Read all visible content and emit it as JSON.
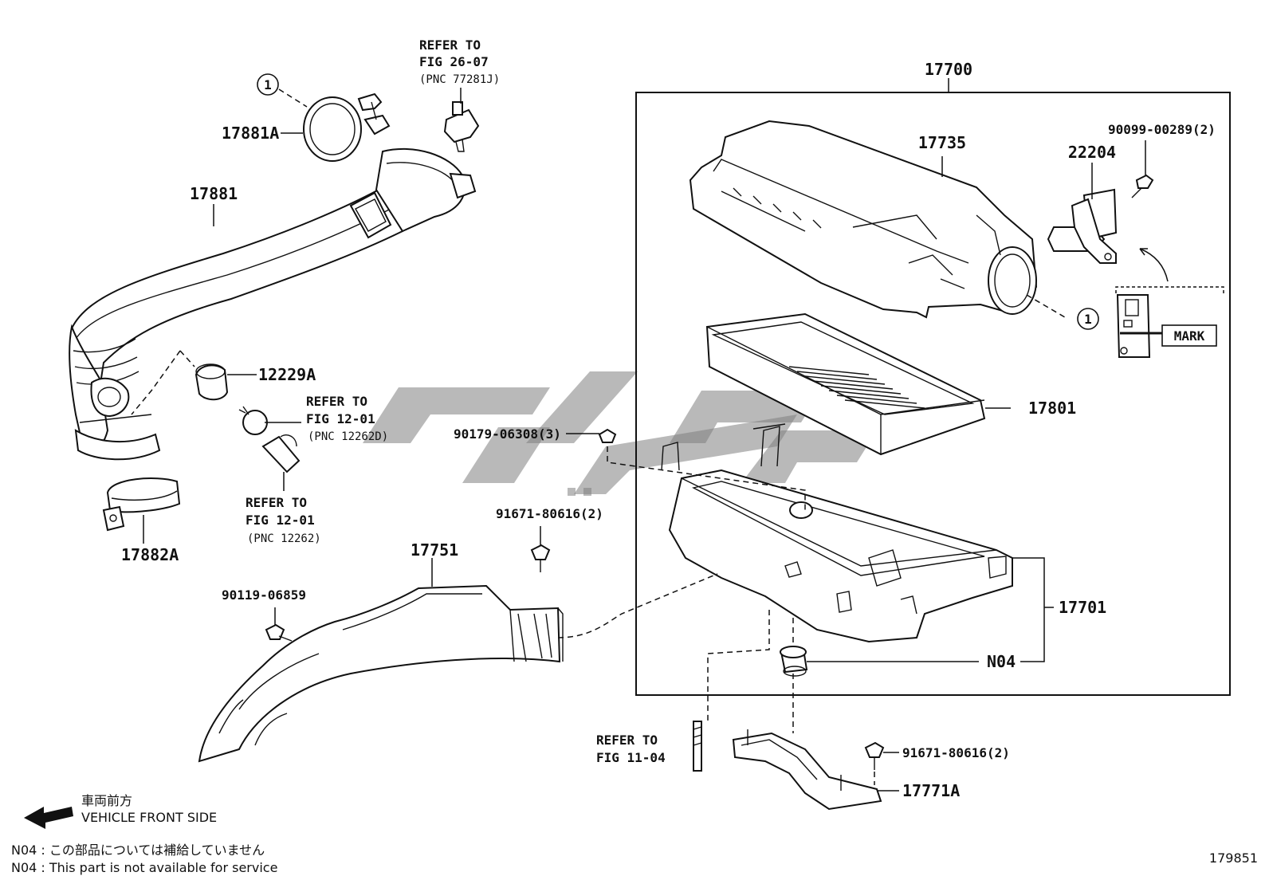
{
  "diagram": {
    "figure_number": "179851",
    "callouts": {
      "p17700": "17700",
      "p17735": "17735",
      "p22204": "22204",
      "p90099": "90099-00289(2)",
      "p17801": "17801",
      "p17701": "17701",
      "n04": "N04",
      "mark": "MARK",
      "p17881a": "17881A",
      "p17881": "17881",
      "p12229a": "12229A",
      "p17882a": "17882A",
      "p90179": "90179-06308(3)",
      "p91671_top": "91671-80616(2)",
      "p17751": "17751",
      "p90119": "90119-06859",
      "p91671_bottom": "91671-80616(2)",
      "p17771a": "17771A",
      "circle_ref_1": "1",
      "circle_ref_2": "1"
    },
    "references": {
      "ref1_line1": "REFER TO",
      "ref1_line2": "FIG 26-07",
      "ref1_line3": "(PNC 77281J)",
      "ref2_line1": "REFER TO",
      "ref2_line2": "FIG 12-01",
      "ref2_line3": "(PNC 12262D)",
      "ref3_line1": "REFER TO",
      "ref3_line2": "FIG 12-01",
      "ref3_line3": "(PNC 12262)",
      "ref4_line1": "REFER TO",
      "ref4_line2": "FIG 11-04"
    },
    "legend": {
      "front_jp": "車両前方",
      "front_en": "VEHICLE FRONT SIDE",
      "n04_jp": "N04 : この部品については補給していません",
      "n04_en": "N04 : This part is not available for service"
    }
  },
  "colors": {
    "line": "#111111",
    "watermark": "#7f7f7f",
    "background": "#ffffff"
  }
}
